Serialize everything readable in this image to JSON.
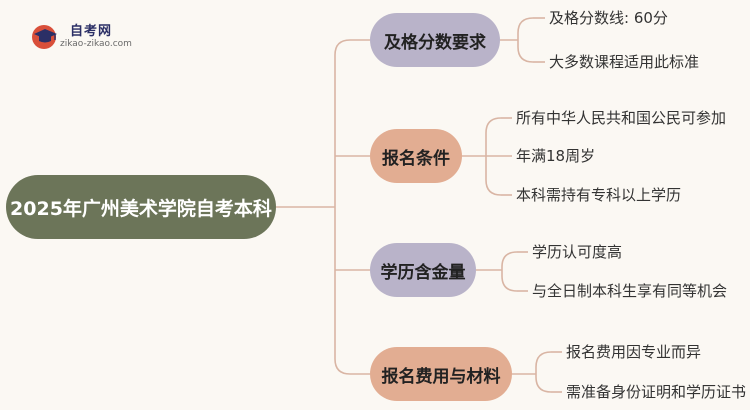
{
  "logo": {
    "title": "自考网",
    "subtitle": "zikao-zikao.com",
    "icon": "graduation-cap-icon"
  },
  "root": "2025年广州美术学院自考本科",
  "branches": [
    {
      "label": "及格分数要求",
      "color": "#b9b3c9",
      "leaves": [
        "及格分数线: 60分",
        "大多数课程适用此标准"
      ]
    },
    {
      "label": "报名条件",
      "color": "#e2ad92",
      "leaves": [
        "所有中华人民共和国公民可参加",
        "年满18周岁",
        "本科需持有专科以上学历"
      ]
    },
    {
      "label": "学历含金量",
      "color": "#b9b3c9",
      "leaves": [
        "学历认可度高",
        "与全日制本科生享有同等机会"
      ]
    },
    {
      "label": "报名费用与材料",
      "color": "#e2ad92",
      "leaves": [
        "报名费用因专业而异",
        "需准备身份证明和学历证书"
      ]
    }
  ],
  "colors": {
    "root": "#6c7559",
    "connector": "#d4b0a0"
  }
}
